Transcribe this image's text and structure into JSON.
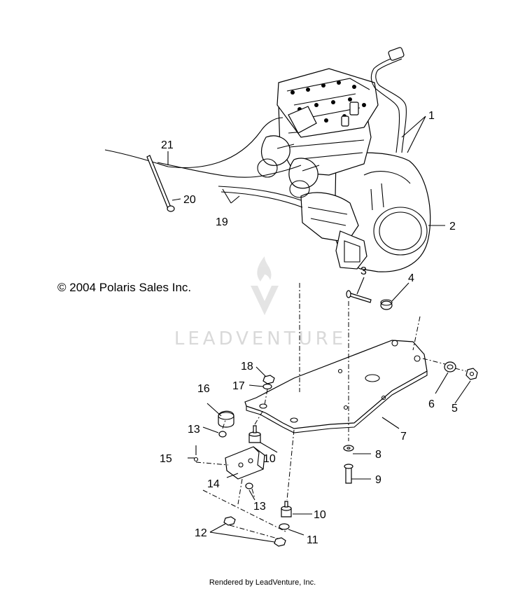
{
  "copyright": "© 2004 Polaris Sales Inc.",
  "watermark": "LEADVENTURE",
  "footer": "Rendered by LeadVenture, Inc.",
  "callouts": [
    {
      "id": "c1",
      "text": "1"
    },
    {
      "id": "c2",
      "text": "2"
    },
    {
      "id": "c3",
      "text": "3"
    },
    {
      "id": "c4",
      "text": "4"
    },
    {
      "id": "c5",
      "text": "5"
    },
    {
      "id": "c6",
      "text": "6"
    },
    {
      "id": "c7",
      "text": "7"
    },
    {
      "id": "c8",
      "text": "8"
    },
    {
      "id": "c9",
      "text": "9"
    },
    {
      "id": "c10a",
      "text": "10"
    },
    {
      "id": "c10b",
      "text": "10"
    },
    {
      "id": "c11",
      "text": "11"
    },
    {
      "id": "c12",
      "text": "12"
    },
    {
      "id": "c13a",
      "text": "13"
    },
    {
      "id": "c13b",
      "text": "13"
    },
    {
      "id": "c14",
      "text": "14"
    },
    {
      "id": "c15",
      "text": "15"
    },
    {
      "id": "c16",
      "text": "16"
    },
    {
      "id": "c17",
      "text": "17"
    },
    {
      "id": "c18",
      "text": "18"
    },
    {
      "id": "c19",
      "text": "19"
    },
    {
      "id": "c20",
      "text": "20"
    },
    {
      "id": "c21",
      "text": "21"
    }
  ]
}
